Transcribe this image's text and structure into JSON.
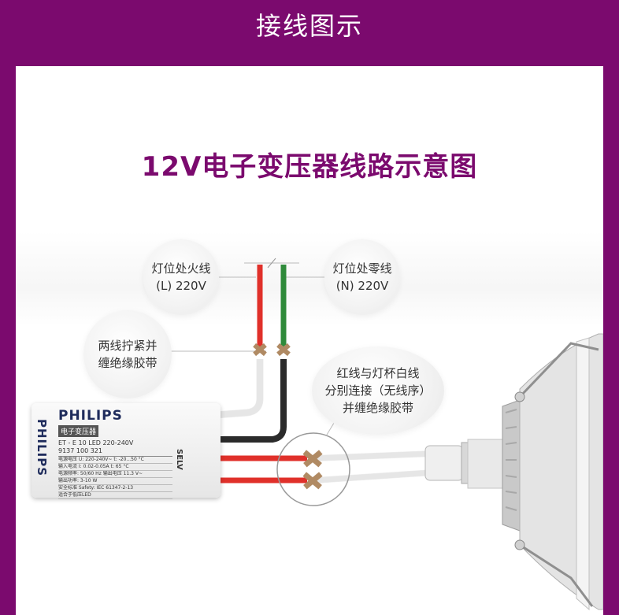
{
  "header": {
    "title": "接线图示"
  },
  "diagram": {
    "title": "12V电子变压器线路示意图",
    "bubbles": {
      "live": {
        "line1": "灯位处火线",
        "line2": "(L) 220V"
      },
      "neutral": {
        "line1": "灯位处零线",
        "line2": "(N) 220V"
      },
      "twist": {
        "line1": "两线拧紧并",
        "line2": "缠绝缘胶带"
      },
      "lamp": {
        "line1": "红线与灯杯白线",
        "line2": "分别连接（无线序）",
        "line3": "并缠绝缘胶带"
      }
    },
    "driver": {
      "brand": "PHILIPS",
      "subtitle": "电子变压器",
      "model": "ET - E 10 LED 220-240V",
      "part": "9137 100 321",
      "specs": [
        "电源电压 U: 220-240V~  t: -20...50 °C",
        "输入电流 I: 0.02-0.05A  t: 65 °C",
        "电源频率: 50/60 Hz  输出电压 11.3 V~",
        "输出功率: 3-10 W",
        "安全标准 Safety: IEC 61347-2-13",
        "适合于低压LED"
      ],
      "selv": "SELV"
    },
    "colors": {
      "live_wire": "#e0302a",
      "neutral_wire": "#2f8a3a",
      "black_wire": "#2b2b2b",
      "white_wire": "#f4f4f4",
      "connector": "#b08a63",
      "accent": "#7b0a6e"
    }
  }
}
